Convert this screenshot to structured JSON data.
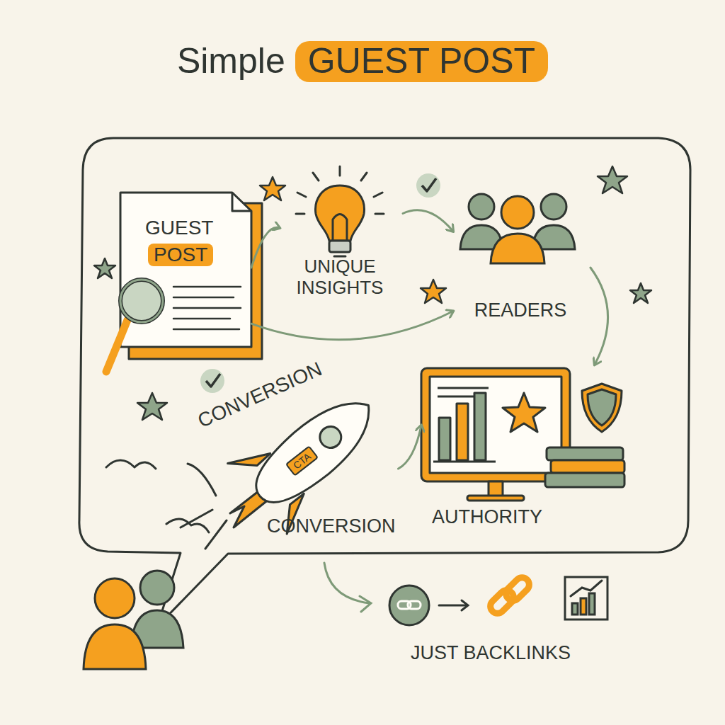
{
  "diagram": {
    "title": "Simple",
    "nodes": [
      {
        "text": [
          "GUEST",
          "POST"
        ]
      },
      {
        "text": [
          "UNIQUE INSIGHTS"
        ]
      },
      {
        "text": [
          "READERS"
        ]
      },
      {
        "text": [
          "CONVERSION",
          "CTA",
          "CONVERSION"
        ]
      },
      {
        "text": [
          "AUTHORITY"
        ]
      },
      {
        "text": [
          "JUST BACKLINKS"
        ]
      }
    ],
    "edges": [
      {
        "from": 0,
        "to": 1,
        "arrow": "to"
      },
      {
        "from": 0,
        "to": 2,
        "arrow": "to"
      },
      {
        "from": 1,
        "to": 2,
        "arrow": "to"
      },
      {
        "from": 2,
        "to": 4,
        "arrow": "to"
      },
      {
        "from": 3,
        "to": 4,
        "arrow": "to"
      }
    ],
    "labels": [
      "GUEST POST"
    ]
  }
}
